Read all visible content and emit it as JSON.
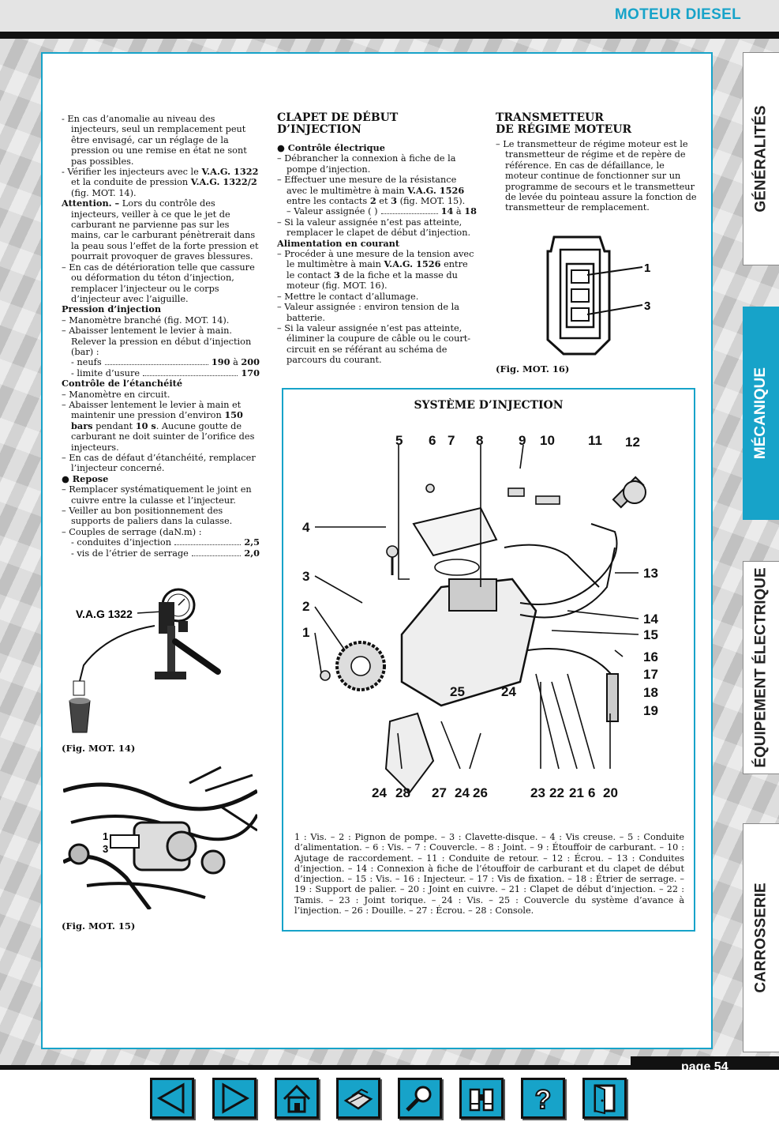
{
  "header": {
    "title": "MOTEUR DIESEL"
  },
  "tabs": [
    {
      "label": "GÉNÉRALITÉS",
      "active": false
    },
    {
      "label": "MÉCANIQUE",
      "active": true
    },
    {
      "label": "ÉQUIPEMENT ÉLECTRIQUE",
      "active": false
    },
    {
      "label": "CARROSSERIE",
      "active": false
    }
  ],
  "footer": {
    "page": "page 54"
  },
  "col1": {
    "p1": "En cas d’anomalie au niveau des injecteurs, seul un remplacement peut être envisagé, car un réglage de la pression ou une remise en état ne sont pas possibles.",
    "p2a": "Vérifier les injecteurs avec le ",
    "p2b": "V.A.G. 1322",
    "p2c": " et la conduite de pression ",
    "p2d": "V.A.G. 1322/2",
    "p2e": " (fig. MOT. 14).",
    "attention_label": "Attention. –",
    "attention_text": " Lors du contrôle des injecteurs, veiller à ce que le jet de carburant ne parvienne pas sur les mains, car le carburant pénètrerait dans la peau sous l’effet de la forte pression et pourrait provoquer de graves blessures.",
    "p3": "En cas de détérioration telle que cassure ou déformation du téton d’injection, remplacer l’injecteur ou le corps d’injecteur avec l’aiguille.",
    "h_pression": "Pression d’injection",
    "p4": "Manomètre branché (fig. MOT. 14).",
    "p5": "Abaisser lentement le levier à main. Relever la pression en début d’injection (bar) :",
    "neufs_label": "- neufs",
    "neufs_a": "190",
    "neufs_sep": " à ",
    "neufs_b": "200",
    "usure_label": "- limite d’usure",
    "usure_val": "170",
    "h_etancheite": "Contrôle de l’étanchéité",
    "p6": "Manomètre en circuit.",
    "p7a": "Abaisser lentement le levier à main et maintenir une pression d’environ ",
    "p7b": "150 bars",
    "p7c": " pendant ",
    "p7d": "10 s",
    "p7e": ". Aucune goutte de carburant ne doit suinter de l’orifice des injecteurs.",
    "p8": "En cas de défaut d’étanchéité, remplacer l’injecteur concerné.",
    "h_repose": "● Repose",
    "p9": "Remplacer systématiquement le joint en cuivre entre la culasse et l’injecteur.",
    "p10": "Veiller au bon positionnement des supports de paliers dans la culasse.",
    "p11": "Couples de serrage (daN.m) :",
    "c1_label": "- conduites d’injection",
    "c1_val": "2,5",
    "c2_label": "- vis de l’étrier de serrage",
    "c2_val": "2,0",
    "fig14_label": "V.A.G 1322",
    "fig14_caption": "(Fig. MOT. 14)",
    "fig15_caption": "(Fig. MOT. 15)",
    "fig15_n1": "1",
    "fig15_n3": "3"
  },
  "col2": {
    "title": "CLAPET DE DÉBUT D’INJECTION",
    "h_controle": "● Contrôle électrique",
    "p1": "Débrancher la connexion à fiche de la pompe d’injection.",
    "p2a": "Effectuer une mesure de la résistance avec le multimètre à main ",
    "p2b": "V.A.G. 1526",
    "p2c": " entre les contacts ",
    "p2d": "2",
    "p2e": " et ",
    "p2f": "3",
    "p2g": " (fig. MOT. 15).",
    "val_label": "Valeur assignée (   )",
    "val_a": "14",
    "val_sep": " à ",
    "val_b": "18",
    "p3": "Si la valeur assignée n’est pas atteinte, remplacer le clapet de début d’injection.",
    "h_alim": "Alimentation en courant",
    "p4a": "Procéder à une mesure de la tension avec le multimètre à main ",
    "p4b": "V.A.G. 1526",
    "p4c": " entre le contact ",
    "p4d": "3",
    "p4e": " de la fiche et la masse du moteur (fig. MOT. 16).",
    "p5": "Mettre le contact d’allumage.",
    "p6": "Valeur assignée : environ tension de la batterie.",
    "p7": "Si la valeur assignée n’est pas atteinte, éliminer la coupure de câble ou le court-circuit en se référant au schéma de parcours du courant."
  },
  "col3": {
    "title1": "TRANSMETTEUR",
    "title2": "DE RÉGIME MOTEUR",
    "p1": "Le transmetteur de régime moteur est le transmetteur de régime et de repère de référence. En cas de défaillance, le moteur continue de fonctionner sur un programme de secours et le transmetteur de levée du pointeau assure la fonction de transmetteur de remplacement.",
    "fig16_n1": "1",
    "fig16_n3": "3",
    "fig16_caption": "(Fig. MOT. 16)"
  },
  "injection": {
    "title": "SYSTÈME D’INJECTION",
    "top_labels": [
      "5",
      "6",
      "7",
      "8",
      "9",
      "10",
      "11",
      "12"
    ],
    "left_labels": [
      "4",
      "3",
      "2",
      "1"
    ],
    "right_labels": [
      "13",
      "14",
      "15",
      "16",
      "17",
      "18",
      "19"
    ],
    "bottom_labels": [
      "24",
      "28",
      "27",
      "24",
      "26",
      "23",
      "22",
      "21",
      "6",
      "20"
    ],
    "mid_labels": [
      "25",
      "24"
    ],
    "legend": "1 : Vis. – 2 : Pignon de pompe. – 3 : Clavette-disque. – 4 : Vis creuse. – 5 : Conduite d’alimentation. – 6 : Vis. – 7 : Couvercle. – 8 : Joint. – 9 : Étouffoir de carburant. – 10 : Ajutage de raccordement. – 11 : Conduite de retour. – 12 : Écrou. – 13 : Conduites d’injection. – 14 : Connexion à fiche de l’étouffoir de carburant et du clapet de début d’injection. – 15 : Vis. – 16 : Injecteur. – 17 : Vis de fixation. – 18 : Étrier de serrage. – 19 : Support de palier. – 20 : Joint en cuivre. – 21 : Clapet de début d’injection. – 22 : Tamis. – 23 : Joint torique. – 24 : Vis. – 25 : Couvercle du système d’avance à l’injection. – 26 : Douille. – 27 : Écrou. – 28 : Console."
  },
  "nav": [
    {
      "icon": "previous-icon"
    },
    {
      "icon": "next-icon"
    },
    {
      "icon": "home-icon"
    },
    {
      "icon": "print-icon"
    },
    {
      "icon": "search-icon"
    },
    {
      "icon": "binoculars-icon"
    },
    {
      "icon": "help-icon"
    },
    {
      "icon": "exit-icon"
    }
  ]
}
